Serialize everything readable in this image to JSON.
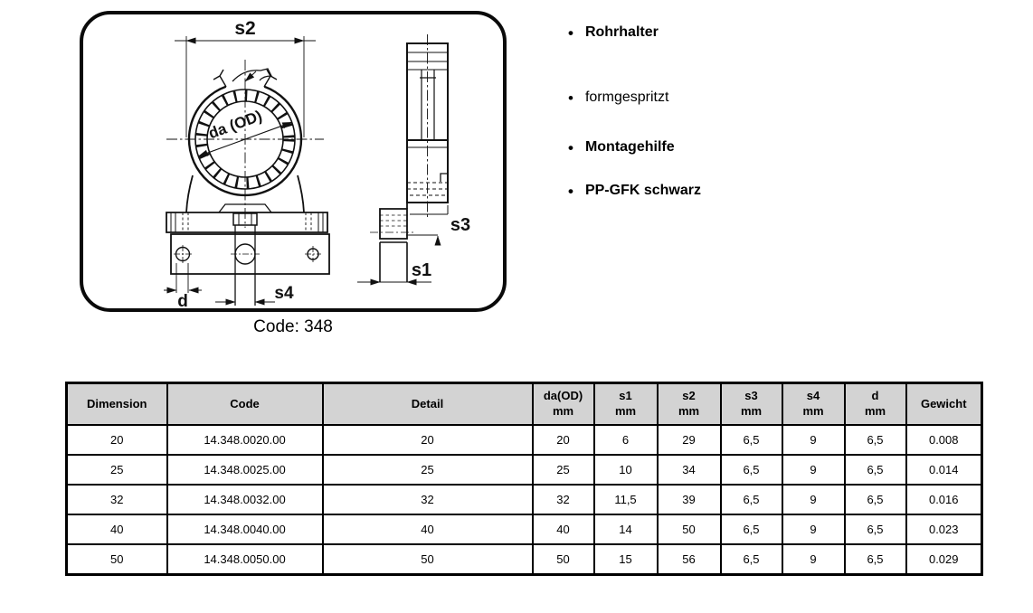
{
  "drawing": {
    "caption": "Code: 348",
    "dim_labels": {
      "s1": "s1",
      "s2": "s2",
      "s3": "s3",
      "s4": "s4",
      "d": "d",
      "da_od": "da (OD)"
    }
  },
  "bullet_glyph": "•",
  "features": [
    {
      "label": "Rohrhalter",
      "bold": true
    },
    {
      "label": "formgespritzt",
      "bold": false
    },
    {
      "label": "Montagehilfe",
      "bold": true
    },
    {
      "label": "PP-GFK schwarz",
      "bold": true
    }
  ],
  "table": {
    "headers": [
      "Dimension",
      "Code",
      "Detail",
      "da(OD)\nmm",
      "s1\nmm",
      "s2\nmm",
      "s3\nmm",
      "s4\nmm",
      "d\nmm",
      "Gewicht"
    ],
    "rows": [
      [
        "20",
        "14.348.0020.00",
        "20",
        "20",
        "6",
        "29",
        "6,5",
        "9",
        "6,5",
        "0.008"
      ],
      [
        "25",
        "14.348.0025.00",
        "25",
        "25",
        "10",
        "34",
        "6,5",
        "9",
        "6,5",
        "0.014"
      ],
      [
        "32",
        "14.348.0032.00",
        "32",
        "32",
        "11,5",
        "39",
        "6,5",
        "9",
        "6,5",
        "0.016"
      ],
      [
        "40",
        "14.348.0040.00",
        "40",
        "40",
        "14",
        "50",
        "6,5",
        "9",
        "6,5",
        "0.023"
      ],
      [
        "50",
        "14.348.0050.00",
        "50",
        "50",
        "15",
        "56",
        "6,5",
        "9",
        "6,5",
        "0.029"
      ]
    ]
  },
  "colors": {
    "header_bg": "#d3d3d3",
    "border": "#000000",
    "line": "#111111"
  }
}
